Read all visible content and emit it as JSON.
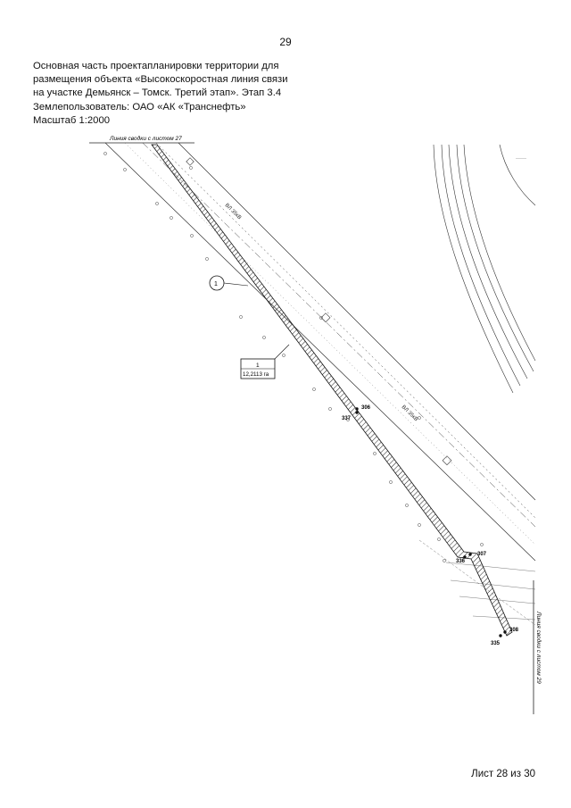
{
  "page": {
    "number": "29",
    "footer": "Лист 28 из 30"
  },
  "title": {
    "lines": [
      "Основная часть проектапланировки территории для",
      "размещения объекта «Высокоскоростная линия связи",
      "на участке Демьянск – Томск. Третий этап». Этап 3.4",
      "Землепользователь: ОАО «АК «Транснефть»",
      "Масштаб 1:2000"
    ]
  },
  "map": {
    "match_line_top": "Линия сводки с листом 27",
    "match_line_right": "Линия сводки с листом 29",
    "parcel_number": "1",
    "parcel_label_number": "1",
    "parcel_area": "12,2113 га",
    "line_label_1": "ВЛ 35кВ",
    "line_label_2": "ВЛ 35кВ",
    "points": [
      "306",
      "337",
      "307",
      "336",
      "308",
      "335"
    ]
  }
}
